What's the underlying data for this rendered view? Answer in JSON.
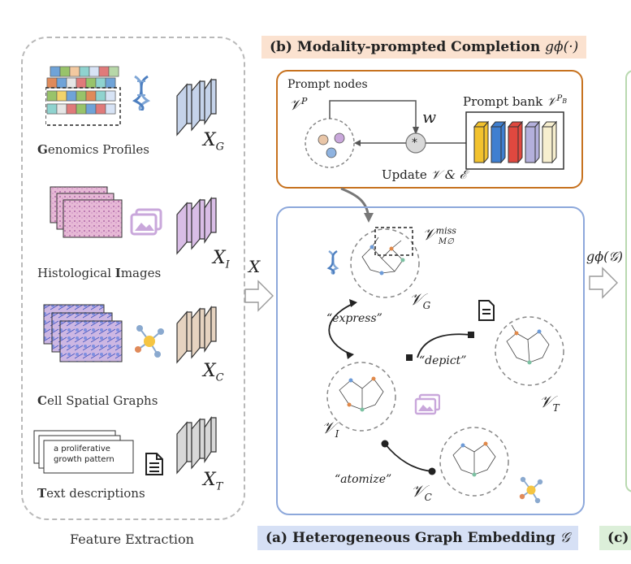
{
  "left_panel": {
    "items": [
      {
        "caption_initial": "G",
        "caption_rest": "enomics Profiles",
        "feature": "X",
        "sub": "G"
      },
      {
        "caption_pre": "Histological ",
        "caption_initial": "I",
        "caption_rest": "mages",
        "feature": "X",
        "sub": "I"
      },
      {
        "caption_initial": "C",
        "caption_rest": "ell Spatial Graphs",
        "feature": "X",
        "sub": "C"
      },
      {
        "caption_initial": "T",
        "caption_rest": "ext descriptions",
        "feature": "X",
        "sub": "T"
      }
    ],
    "text_card_line1": "a proliferative",
    "text_card_line2": "growth pattern",
    "footer": "Feature Extraction"
  },
  "arrow_x_label": "X",
  "panel_b": {
    "title": "(b) Modality-prompted Completion",
    "title_math": "gϕ(·)",
    "prompt_nodes_label": "Prompt nodes",
    "vp_label": "𝒱",
    "vp_sup": "P",
    "w_label": "w",
    "star_op": "*",
    "prompt_bank_label": "Prompt bank",
    "prompt_bank_math": "𝒱",
    "prompt_bank_sup": "P",
    "prompt_bank_sup_sub": "B",
    "update_label": "Update",
    "update_math": "𝒱 & ℰ",
    "bank_colors": [
      "#f2c22e",
      "#3f7fd0",
      "#e0483f",
      "#b4b0dc",
      "#f7efcf"
    ]
  },
  "panel_a": {
    "title": "(a) Heterogeneous Graph Embedding",
    "title_math": "𝒢",
    "graph_labels": {
      "G": "𝒱",
      "I": "𝒱",
      "T": "𝒱",
      "C": "𝒱",
      "miss": "𝒱",
      "miss_sup": "miss",
      "miss_sub": "M∅"
    },
    "subs": {
      "G": "G",
      "I": "I",
      "T": "T",
      "C": "C"
    },
    "relations": [
      "“express”",
      "“depict”",
      "“atomize”"
    ]
  },
  "right_arrow_label": "gϕ(𝒢)",
  "panel_c": {
    "title": "(c)"
  }
}
